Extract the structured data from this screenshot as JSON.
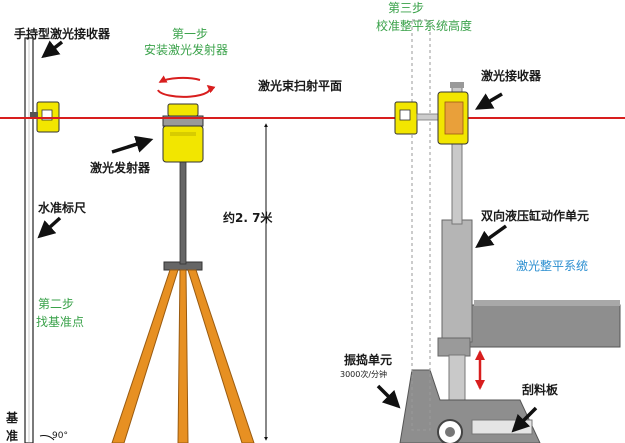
{
  "labels": {
    "handheld_receiver": "手持型激光接收器",
    "step1_title": "第一步",
    "step1_desc": "安装激光发射器",
    "step3_title": "第三步",
    "step3_desc": "校准整平系统高度",
    "laser_plane": "激光束扫射平面",
    "laser_receiver": "激光接收器",
    "laser_emitter": "激光发射器",
    "level_staff": "水准标尺",
    "height": "约2. 7米",
    "cylinder_unit": "双向液压缸动作单元",
    "leveling_system": "激光整平系统",
    "step2_title": "第二步",
    "step2_desc": "找基准点",
    "vibrating_unit": "振捣单元",
    "vibrating_spec": "3000次/分钟",
    "scraper": "刮料板",
    "datum_char1": "基",
    "datum_char2": "准",
    "angle": "90°"
  },
  "colors": {
    "laser": "#d81e1e",
    "step_green": "#3aa24a",
    "system_blue": "#2c8fd0",
    "emitter_yellow": "#f2e600",
    "tripod_orange": "#e79022",
    "machine_gray": "#8e8e8e"
  }
}
